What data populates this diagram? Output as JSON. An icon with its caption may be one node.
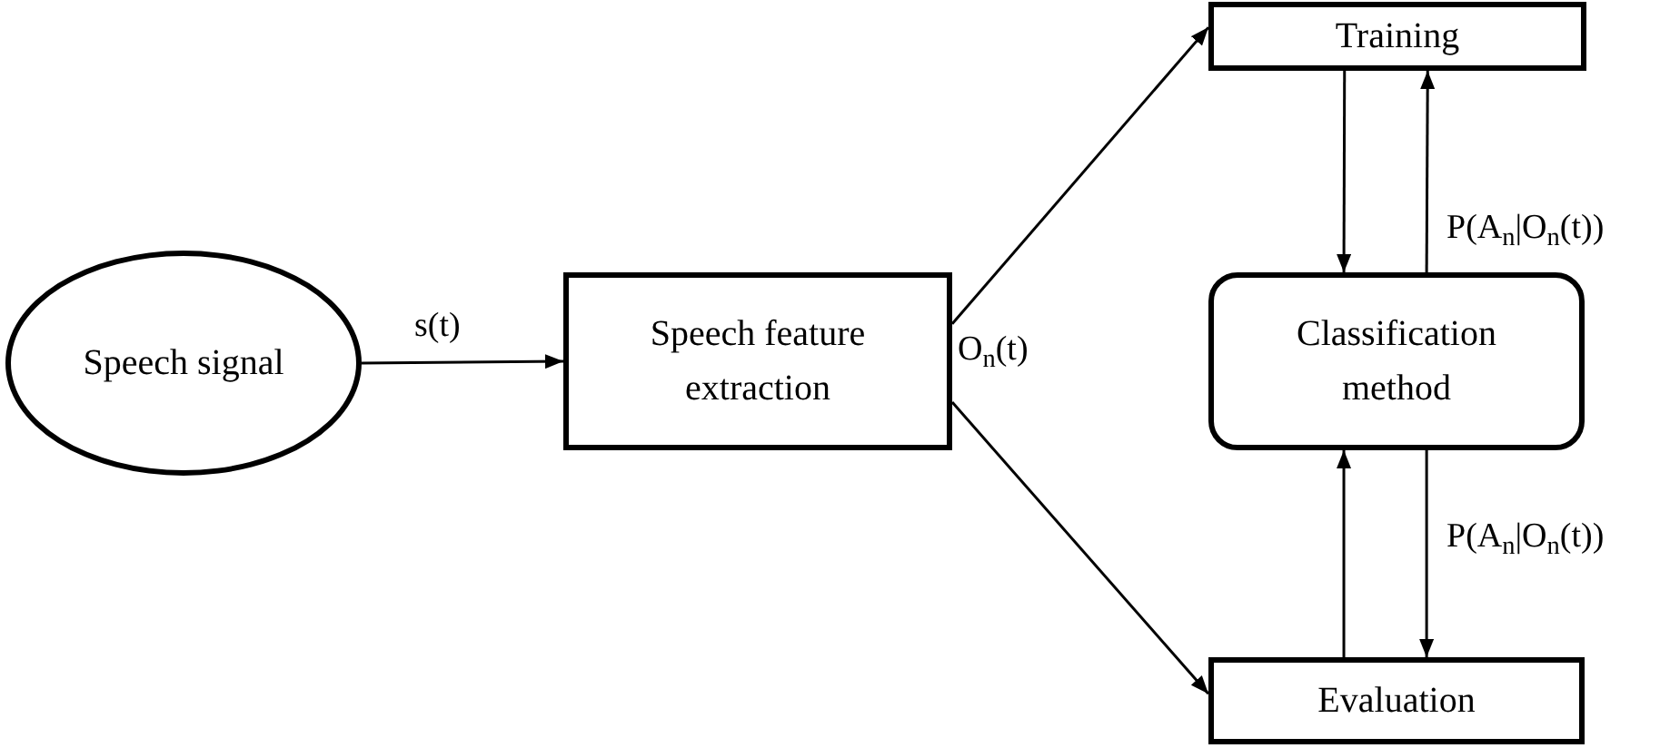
{
  "diagram": {
    "nodes": [
      {
        "text": [
          "Speech signal"
        ]
      },
      {
        "text": [
          "Speech feature extraction"
        ]
      },
      {
        "text": [
          "Training"
        ]
      },
      {
        "text": [
          "Classification method"
        ]
      },
      {
        "text": [
          "Evaluation"
        ]
      }
    ],
    "edges": [
      {
        "from": 0,
        "to": 1,
        "arrow": "to",
        "label": "s(t)"
      },
      {
        "from": 1,
        "to": 2,
        "arrow": "to"
      },
      {
        "from": 1,
        "to": 4,
        "arrow": "to"
      },
      {
        "from": 2,
        "to": 3,
        "arrow": "to"
      },
      {
        "from": 3,
        "to": 2,
        "arrow": "to",
        "label": "P(A$_{n}$|O$_{n}$(t))"
      },
      {
        "from": 4,
        "to": 3,
        "arrow": "to"
      },
      {
        "from": 3,
        "to": 4,
        "arrow": "to",
        "label": "P(A$_{n}$|O$_{n}$(t))"
      }
    ],
    "labels": [
      "O$_{n}$(t)"
    ]
  }
}
